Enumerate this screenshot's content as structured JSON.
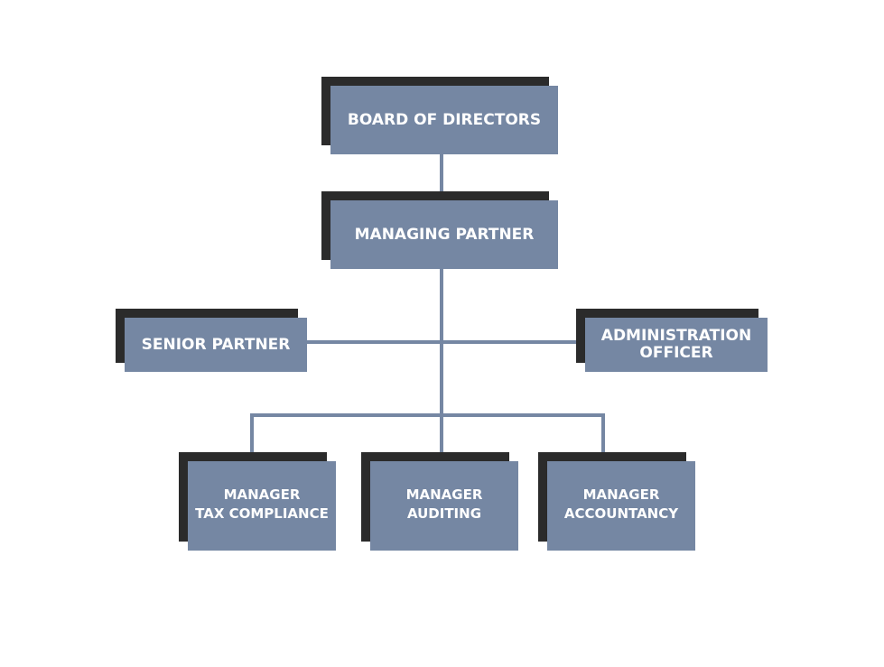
{
  "colors": {
    "box_fill": "#7587a3",
    "box_shadow": "#2b2b2b",
    "connector": "#7587a3",
    "text": "#ffffff",
    "background": "#ffffff"
  },
  "nodes": {
    "board_of_directors": {
      "label": "BOARD OF DIRECTORS"
    },
    "managing_partner": {
      "label": "MANAGING PARTNER"
    },
    "senior_partner": {
      "label": "SENIOR PARTNER"
    },
    "administration_officer": {
      "label": "ADMINISTRATION\nOFFICER"
    },
    "manager_tax_compliance": {
      "label": "MANAGER\nTAX COMPLIANCE"
    },
    "manager_auditing": {
      "label": "MANAGER\nAUDITING"
    },
    "manager_accountancy": {
      "label": "MANAGER\nACCOUNTANCY"
    }
  },
  "edges": [
    {
      "from": "board_of_directors",
      "to": "managing_partner"
    },
    {
      "from": "managing_partner",
      "to": "senior_partner"
    },
    {
      "from": "managing_partner",
      "to": "administration_officer"
    },
    {
      "from": "managing_partner",
      "to": "manager_tax_compliance"
    },
    {
      "from": "managing_partner",
      "to": "manager_auditing"
    },
    {
      "from": "managing_partner",
      "to": "manager_accountancy"
    }
  ]
}
